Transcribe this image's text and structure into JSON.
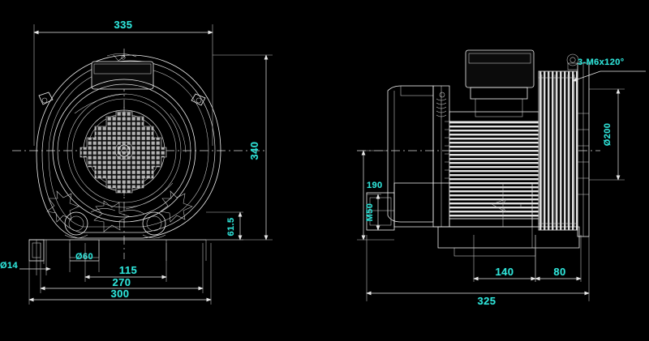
{
  "drawing": {
    "title": "Side channel blower outline dimension drawing",
    "background_color": "#000000",
    "line_color": "#f2f2f2",
    "dimension_text_color": "#2fe3d8",
    "views": [
      {
        "name": "front-view",
        "label": ""
      },
      {
        "name": "side-view",
        "label": ""
      }
    ]
  },
  "dimensions": {
    "front_view": {
      "overall_width": "335",
      "overall_height": "340",
      "base_width_outer": "300",
      "base_hole_spacing": "270",
      "inlet_spacing": "115",
      "inlet_diameter": "Ø60",
      "mount_hole_diameter": "Ø14",
      "foot_height": "61.5"
    },
    "side_view": {
      "overall_length": "325",
      "motor_offset": "190",
      "thread_size": "M50",
      "base_dim_a": "140",
      "base_dim_b": "80",
      "flange_bolt_circle": "Ø200",
      "bolt_note": "3-M6x120°"
    }
  },
  "labels": [
    {
      "id": "d-335",
      "text": "335",
      "rotated": false
    },
    {
      "id": "d-340",
      "text": "340",
      "rotated": true
    },
    {
      "id": "d-615",
      "text": "61.5",
      "rotated": true
    },
    {
      "id": "d-d14",
      "text": "Ø14",
      "rotated": false
    },
    {
      "id": "d-d60",
      "text": "Ø60",
      "rotated": false
    },
    {
      "id": "d-115",
      "text": "115",
      "rotated": false
    },
    {
      "id": "d-270",
      "text": "270",
      "rotated": false
    },
    {
      "id": "d-300",
      "text": "300",
      "rotated": false
    },
    {
      "id": "d-190",
      "text": "190",
      "rotated": false
    },
    {
      "id": "d-m50",
      "text": "M50",
      "rotated": true
    },
    {
      "id": "d-140",
      "text": "140",
      "rotated": false
    },
    {
      "id": "d-80",
      "text": "80",
      "rotated": false
    },
    {
      "id": "d-325",
      "text": "325",
      "rotated": false
    },
    {
      "id": "d-d200",
      "text": "Ø200",
      "rotated": true
    },
    {
      "id": "d-3m6",
      "text": "3-M6x120°",
      "rotated": false
    }
  ]
}
